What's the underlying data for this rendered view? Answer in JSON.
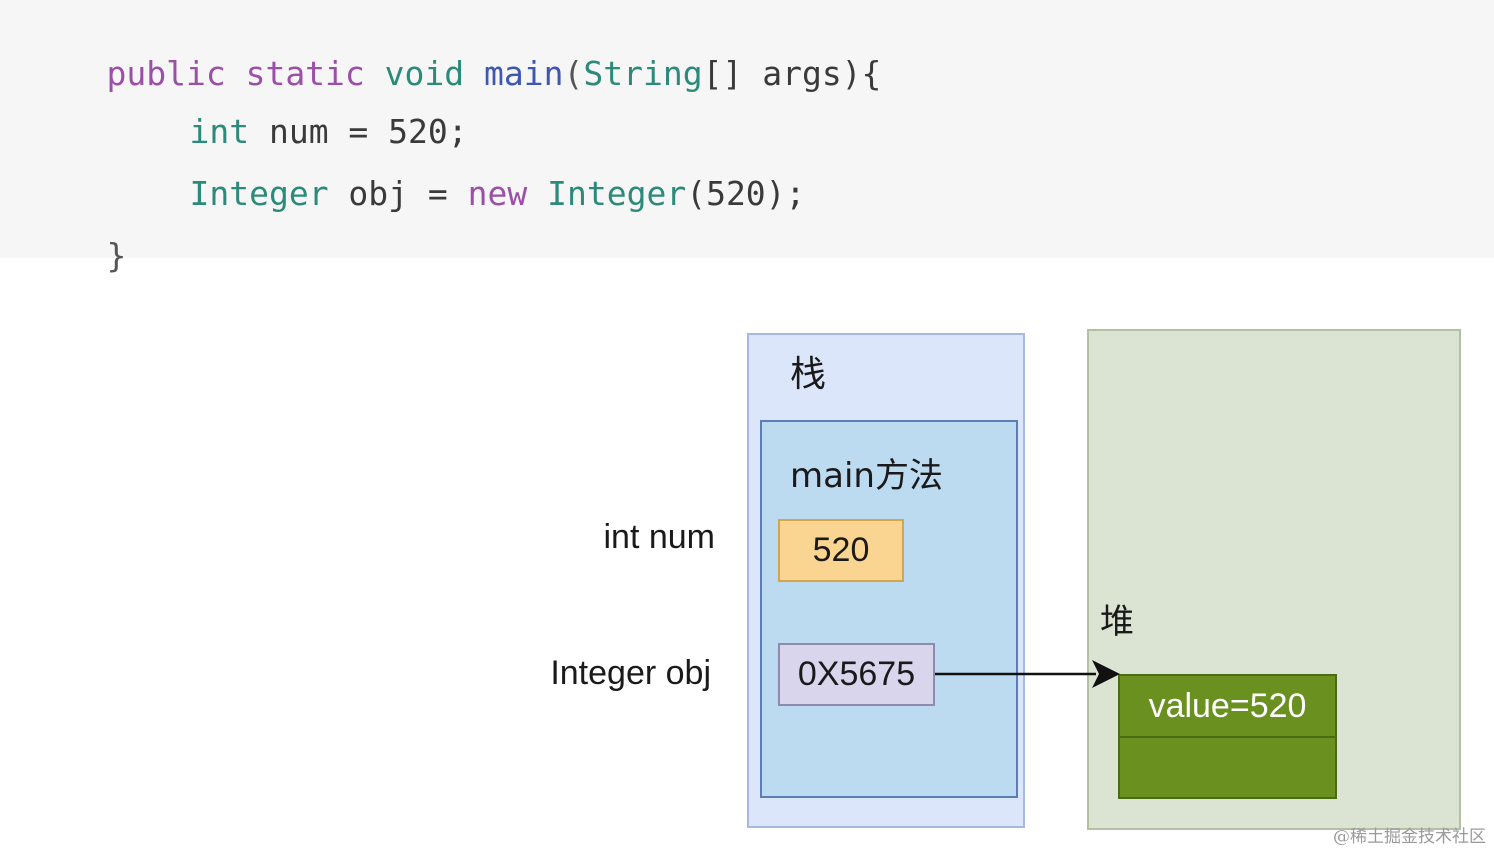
{
  "code": {
    "line1": {
      "kw_public": "public",
      "kw_static": "static",
      "kw_void": "void",
      "fn_main": "main",
      "paren_open": "(",
      "type_string": "String",
      "rest": "[] args){"
    },
    "line2": {
      "kw_int": "int",
      "rest": " num = 520;"
    },
    "line3": {
      "type_integer": "Integer",
      "mid": " obj = ",
      "kw_new": "new",
      "type_integer2": "Integer",
      "rest": "(520);"
    },
    "line4": {
      "brace": "}"
    }
  },
  "diagram": {
    "stack_title": "栈",
    "method_title": "main方法",
    "heap_title": "堆",
    "int_var_label": "int num",
    "obj_var_label": "Integer obj",
    "int_value": "520",
    "ref_value": "0X5675",
    "heap_value": "value=520",
    "colors": {
      "stack_outer": "#dce6fb",
      "stack_inner": "#bcdaf0",
      "heap_area": "#dbe3d3",
      "int_box": "#fad491",
      "ref_box": "#d8d5ec",
      "heap_object": "#6a9120"
    }
  },
  "watermark": "@稀土掘金技术社区"
}
